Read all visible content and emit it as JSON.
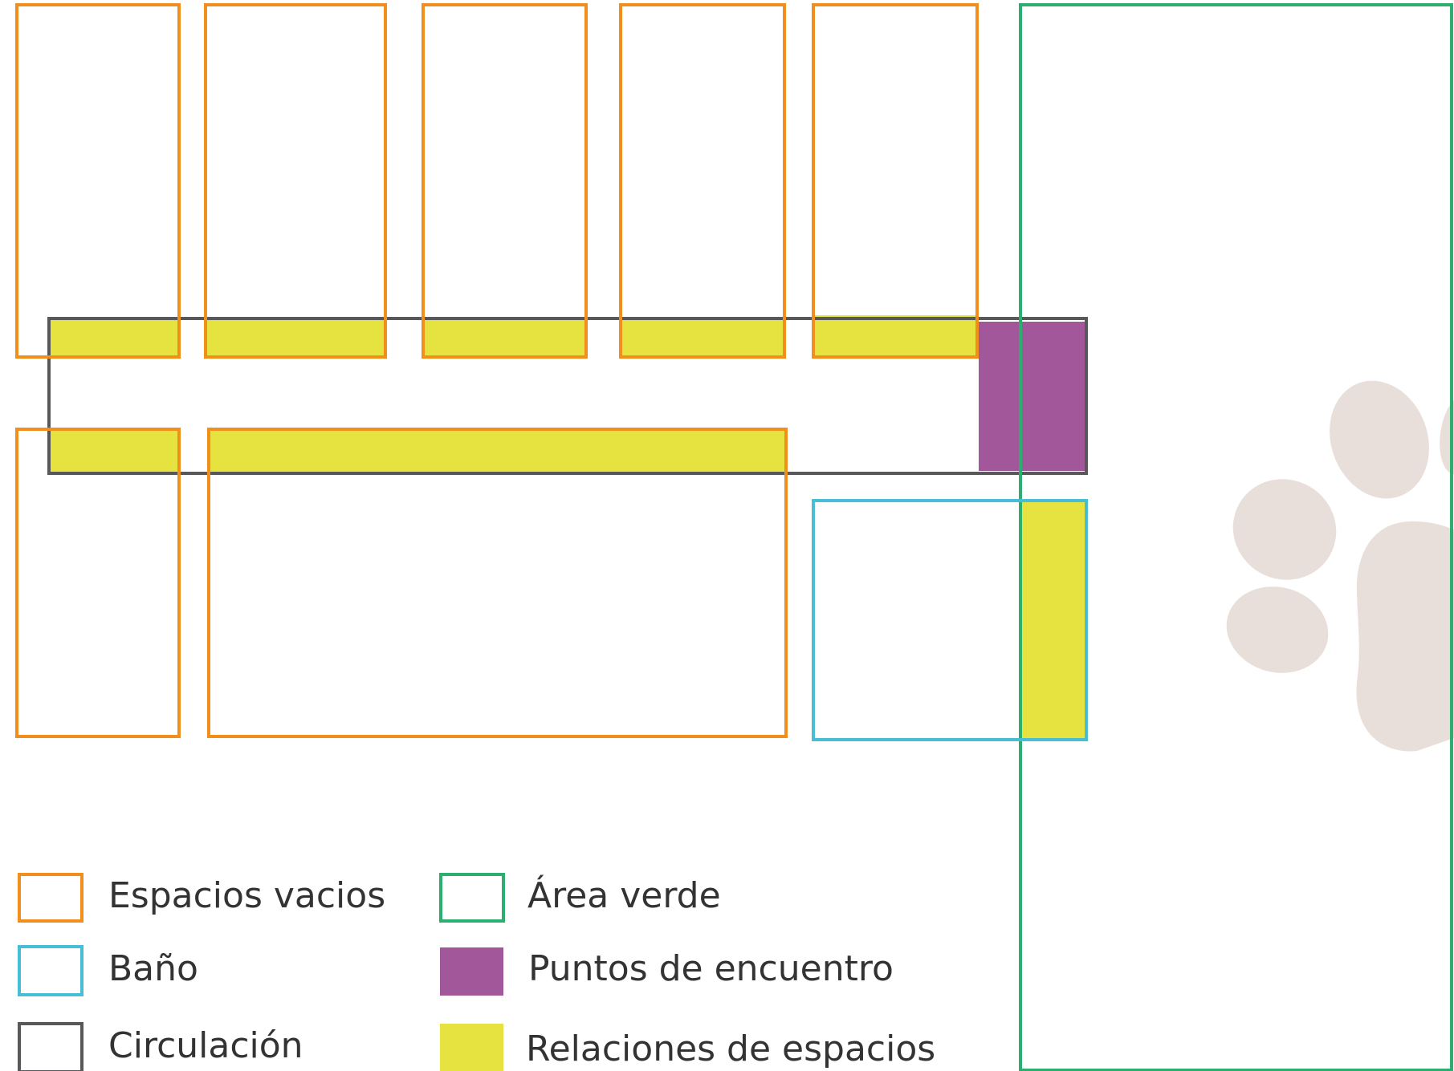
{
  "colors": {
    "espacios_vacios": "#F28E1C",
    "bano": "#45BED6",
    "circulacion": "#58585A",
    "area_verde": "#2BAE6E",
    "puntos_de_encuentro": "#A3579B",
    "relaciones_de_espacios": "#E6E23F",
    "paw_print": "#E9DFDA"
  },
  "decorations": {
    "paw_print_icon": "paw-print-icon"
  },
  "legend": {
    "espacios_vacios": "Espacios vacios",
    "bano": "Baño",
    "circulacion": "Circulación",
    "area_verde": "Área verde",
    "puntos_de_encuentro": "Puntos de encuentro",
    "relaciones_de_espacios": "Relaciones de espacios"
  }
}
